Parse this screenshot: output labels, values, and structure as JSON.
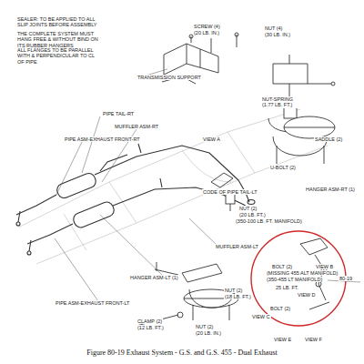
{
  "diagram": {
    "caption": "Figure 80-19 Exhaust System - G.S. and G.S. 455 - Dual Exhaust",
    "labels": [
      "SEALER: TO BE APPLIED TO ALL SLIP JOINTS BEFORE ASSEMBLY",
      "THE COMPLETE SYSTEM MUST HANG FREE & WITHOUT BIND ON ITS RUBBER HANGERS",
      "ALL FLANGES TO BE PARALLEL WITH & PERPENDICULAR TO CL OF PIPE",
      "SCREW (4)",
      "(20 LB. IN.)",
      "NUT (4)",
      "(30 LB. IN.)",
      "TRANSMISSION SUPPORT",
      "VIEW A",
      "NUT-SPRING (1.77 LB. FT.)",
      "SADDLE (2)",
      "U-BOLT (2)",
      "HANGER ASM-RT (1)",
      "VIEW B",
      "PIPE TAIL-RT",
      "MUFFLER ASM-RT",
      "PIPE ASM-EXHAUST FRONT-RT",
      "CODE OF PIPE TAIL-LT",
      "NUT (2)",
      "(20 LB. FT.)",
      "(350-100 LB. FT. MANIFOLD)",
      "MUFFLER ASM-LT",
      "BOLT (2)",
      "(MISSING 455 ALT MANIFOLD)",
      "(350-455 LT MANIFOLD)",
      "25 LB. FT.",
      "VIEW D",
      "BOLT (2)",
      "80-19",
      "HANGER ASM-LT (1)",
      "NUT (2)",
      "(18 LB. FT.)",
      "VIEW C",
      "PIPE ASM-EXHAUST FRONT-LT",
      "CLAMP (2)",
      "(12 LB. FT.)",
      "NUT (2)",
      "(20 LB. IN.)",
      "VIEW E",
      "VIEW F"
    ]
  }
}
